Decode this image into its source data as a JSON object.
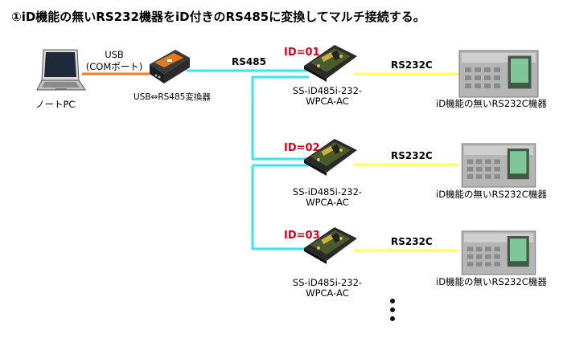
{
  "title": "①iD機能の無いRS232機器をiD付きのRS485に変換してマルチ接続する。",
  "pc": {
    "label": "ノートPC",
    "icon": "laptop-icon"
  },
  "usb_cable": {
    "line1": "USB",
    "line2": "(COMポート)"
  },
  "converter": {
    "label": "USB⇔RS485変換器",
    "icon": "usb-rs485-converter-icon"
  },
  "rs485_label": "RS485",
  "nodes": [
    {
      "id": "ID=01",
      "model_line1": "SS-iD485i-232-",
      "model_line2": "WPCA-AC",
      "link_label": "RS232C",
      "device_label": "iD機能の無いRS232C機器"
    },
    {
      "id": "ID=02",
      "model_line1": "SS-iD485i-232-",
      "model_line2": "WPCA-AC",
      "link_label": "RS232C",
      "device_label": "iD機能の無いRS232C機器"
    },
    {
      "id": "ID=03",
      "model_line1": "SS-iD485i-232-",
      "model_line2": "WPCA-AC",
      "link_label": "RS232C",
      "device_label": "iD機能の無いRS232C機器"
    }
  ],
  "colors": {
    "usb_line": "#ff7a1a",
    "rs485_line": "#33e6f0",
    "rs232_line": "#ffff55",
    "id_text": "#e0001a"
  }
}
